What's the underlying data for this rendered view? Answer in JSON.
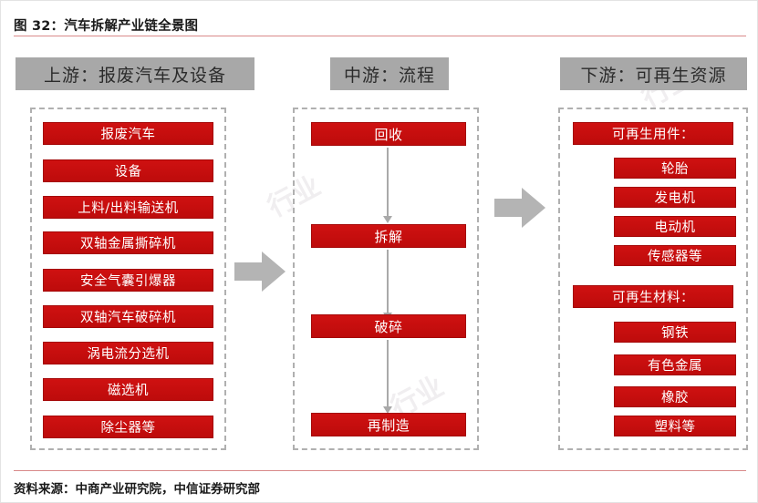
{
  "figure": {
    "title": "图 32：汽车拆解产业链全景图",
    "source": "资料来源：中商产业研究院，中信证券研究部"
  },
  "colors": {
    "red_box": "#C51111",
    "red_border": "#A40707",
    "header_gray": "#A8A8A8",
    "dashed_gray": "#B0B0B0",
    "arrow_gray": "#B4B4B4",
    "rule_red": "#D98A8A"
  },
  "columns": {
    "upstream": {
      "header": "上游：报废汽车及设备",
      "items": [
        "报废汽车",
        "设备",
        "上料/出料输送机",
        "双轴金属撕碎机",
        "安全气囊引爆器",
        "双轴汽车破碎机",
        "涡电流分选机",
        "磁选机",
        "除尘器等"
      ]
    },
    "midstream": {
      "header": "中游：流程",
      "steps": [
        "回收",
        "拆解",
        "破碎",
        "再制造"
      ]
    },
    "downstream": {
      "header": "下游：可再生资源",
      "groups": [
        {
          "label": "可再生用件：",
          "items": [
            "轮胎",
            "发电机",
            "电动机",
            "传感器等"
          ]
        },
        {
          "label": "可再生材料：",
          "items": [
            "钢铁",
            "有色金属",
            "橡胶",
            "塑料等"
          ]
        }
      ]
    }
  },
  "connectors": {
    "upstream_to_midstream": "right-arrow",
    "midstream_to_downstream": "right-arrow",
    "step_flow": "down-arrow"
  },
  "watermarks": [
    "行业",
    "行业",
    "行业"
  ]
}
